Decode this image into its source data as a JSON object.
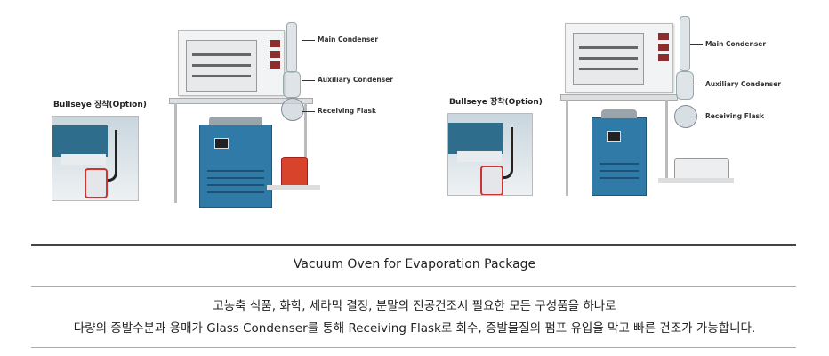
{
  "products": [
    {
      "bullseye_label": "Bullseye 장착(Option)",
      "labels": {
        "main": "Main Condenser",
        "aux": "Auxiliary Condenser",
        "flask": "Receiving Flask"
      }
    },
    {
      "bullseye_label": "Bullseye 장착(Option)",
      "labels": {
        "main": "Main Condenser",
        "aux": "Auxiliary Condenser",
        "flask": "Receiving Flask"
      }
    }
  ],
  "title": "Vacuum Oven for Evaporation Package",
  "description": [
    "고농축 식품, 화학, 세라믹 결정, 분말의 진공건조시 필요한 모든 구성품을 하나로",
    "다량의 증발수분과 용매가 Glass Condenser를 통해 Receiving Flask로 회수, 증발물질의 펌프 유입을 막고 빠른 건조가 가능합니다."
  ]
}
